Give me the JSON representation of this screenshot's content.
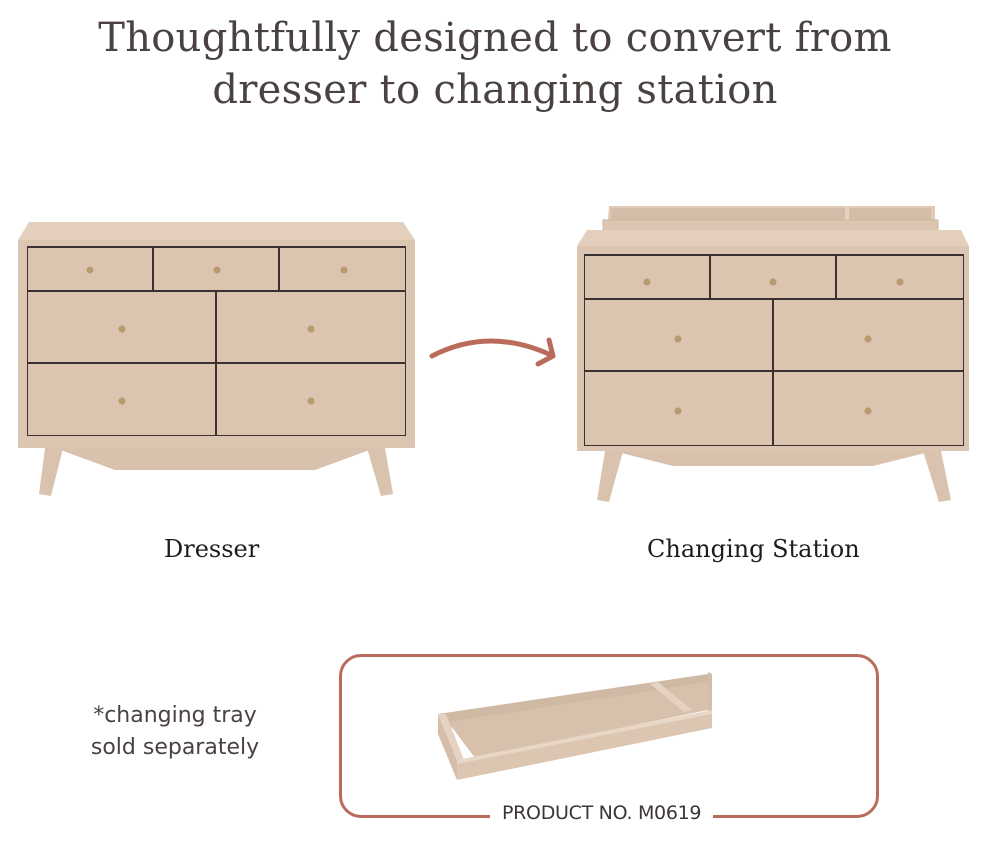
{
  "headline": {
    "line1": "Thoughtfully designed to convert from",
    "line2": "dresser to changing station"
  },
  "products": {
    "dresser": {
      "label": "Dresser",
      "drawers": 7,
      "image": "dresser-illustration"
    },
    "changing_station": {
      "label": "Changing Station",
      "drawers": 7,
      "image": "dresser-with-changing-tray-illustration"
    }
  },
  "arrow": {
    "icon": "curved-arrow-right-icon",
    "color": "#bb6b5c"
  },
  "note": {
    "line1": "*changing tray",
    "line2": "sold separately"
  },
  "tray": {
    "image": "changing-tray-illustration",
    "product_number": "PRODUCT NO. M0619",
    "border_color": "#bb6b5c"
  },
  "colors": {
    "furniture": "#dcc6b2",
    "furniture_shade": "#cfb8a4",
    "knob": "#b89a6c",
    "text": "#4a4240",
    "accent": "#bb6b5c"
  }
}
